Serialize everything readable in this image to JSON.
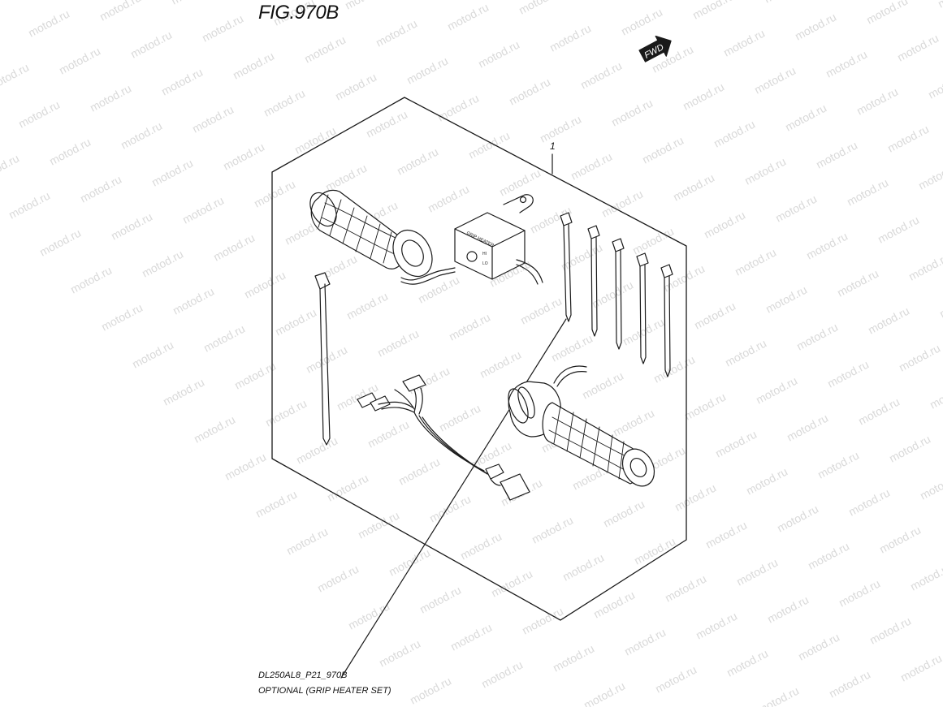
{
  "figure": {
    "title": "FIG.970B",
    "callout": "1",
    "fwd_label": "FWD",
    "switch_label": "GRIP HEATER",
    "switch_hi": "HI",
    "switch_lo": "LO",
    "footer_code": "DL250AL8_P21_970B",
    "footer_desc": "OPTIONAL (GRIP HEATER SET)"
  },
  "watermark": {
    "text": "motod.ru",
    "color": "#d9d9d9"
  },
  "colors": {
    "ink": "#1a1a1a",
    "background": "#ffffff"
  }
}
